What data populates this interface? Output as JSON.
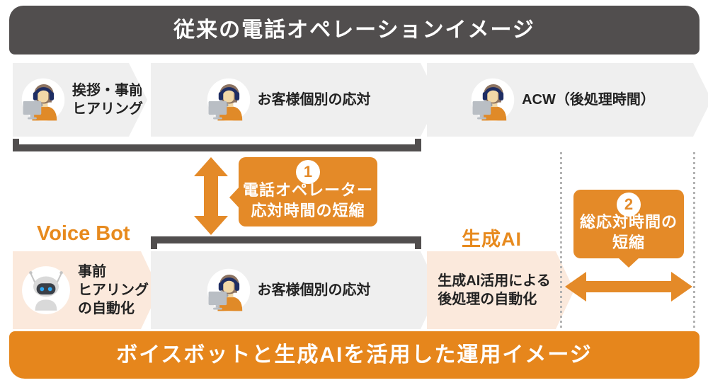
{
  "header": {
    "title": "従来の電話オペレーションイメージ"
  },
  "footer": {
    "title": "ボイスボットと生成AIを活用した運用イメージ"
  },
  "top_flow": {
    "steps": [
      {
        "icon": "operator-icon",
        "lines": [
          "挨拶・事前",
          "ヒアリング"
        ]
      },
      {
        "icon": "operator-icon",
        "lines": [
          "お客様個別の応対"
        ]
      },
      {
        "icon": "operator-icon",
        "lines": [
          "ACW（後処理時間）"
        ]
      }
    ]
  },
  "bottom_flow": {
    "voice_bot_label": "Voice Bot",
    "gen_ai_label": "生成AI",
    "steps": [
      {
        "icon": "robot-icon",
        "lines": [
          "事前",
          "ヒアリング",
          "の自動化"
        ]
      },
      {
        "icon": "operator-icon",
        "lines": [
          "お客様個別の応対"
        ]
      },
      {
        "icon": null,
        "lines": [
          "生成AI活用による",
          "後処理の自動化"
        ]
      }
    ]
  },
  "callouts": [
    {
      "number": "1",
      "lines": [
        "電話オペレーター",
        "応対時間の短縮"
      ]
    },
    {
      "number": "2",
      "lines": [
        "総応対時間の",
        "短縮"
      ]
    }
  ],
  "colors": {
    "accent_orange": "#E48A28",
    "banner_orange": "#E6861C",
    "dark_gray": "#514E4E",
    "step_gray": "#EFEFEF",
    "step_peach": "#FBE9DC",
    "label_orange": "#E78A1E"
  }
}
